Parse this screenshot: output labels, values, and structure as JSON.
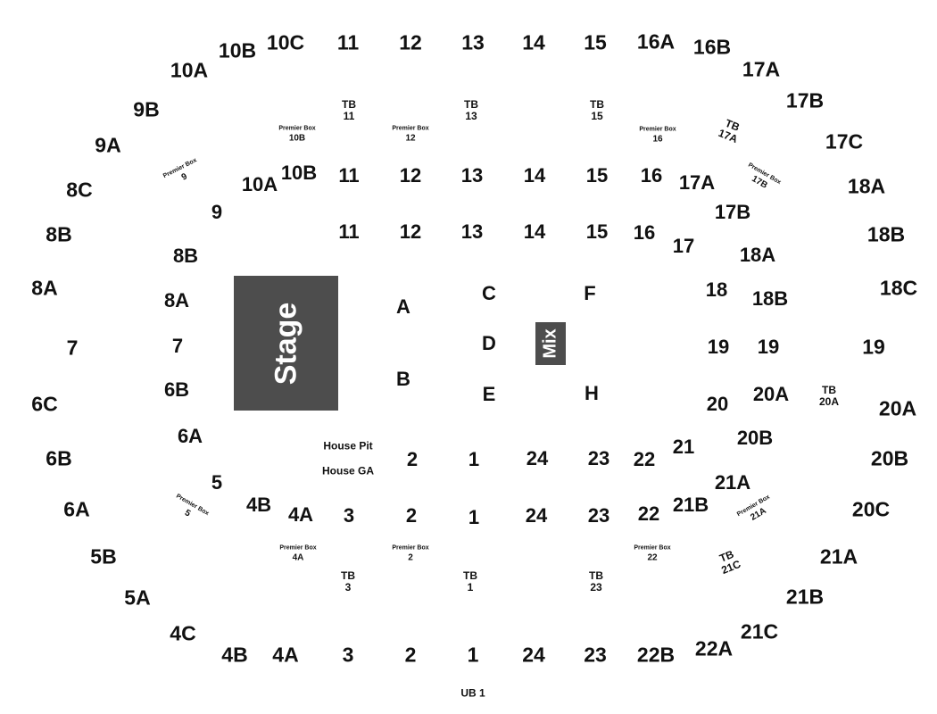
{
  "stage_label": "Stage",
  "mix_label": "Mix",
  "house": {
    "pit": "House Pit",
    "ga": "House GA"
  },
  "floor": [
    "A",
    "B",
    "C",
    "D",
    "E",
    "F",
    "H"
  ],
  "outer_ring": [
    "10B",
    "10C",
    "11",
    "12",
    "13",
    "14",
    "15",
    "16A",
    "16B",
    "10A",
    "17A",
    "9B",
    "17B",
    "9A",
    "17C",
    "8C",
    "18A",
    "8B",
    "18B",
    "8A",
    "18C",
    "7",
    "19",
    "6C",
    "20A",
    "6B",
    "20B",
    "6A",
    "20C",
    "5B",
    "21A",
    "5A",
    "21B",
    "4C",
    "21C",
    "4B",
    "4A",
    "3",
    "2",
    "1",
    "24",
    "23",
    "22B",
    "22A"
  ],
  "inner_ring": [
    "10A",
    "10B",
    "11",
    "12",
    "13",
    "14",
    "15",
    "16",
    "17A",
    "17B",
    "9",
    "11",
    "12",
    "13",
    "14",
    "15",
    "16",
    "17",
    "18A",
    "8B",
    "8A",
    "18",
    "18B",
    "7",
    "19",
    "19",
    "6B",
    "20",
    "20A",
    "6A",
    "20B",
    "21",
    "5",
    "21A",
    "4B",
    "4A",
    "21B",
    "2",
    "1",
    "24",
    "23",
    "22",
    "3",
    "2",
    "1",
    "24",
    "23",
    "22"
  ],
  "box_title": "Premier Box",
  "premier_boxes": [
    "10B",
    "12",
    "16",
    "9",
    "17B",
    "5",
    "21A",
    "4A",
    "2",
    "22"
  ],
  "tb_label": "TB",
  "tb_boxes": [
    "11",
    "13",
    "15",
    "17A",
    "20A",
    "21C",
    "3",
    "1",
    "23"
  ],
  "ub": "UB 1"
}
